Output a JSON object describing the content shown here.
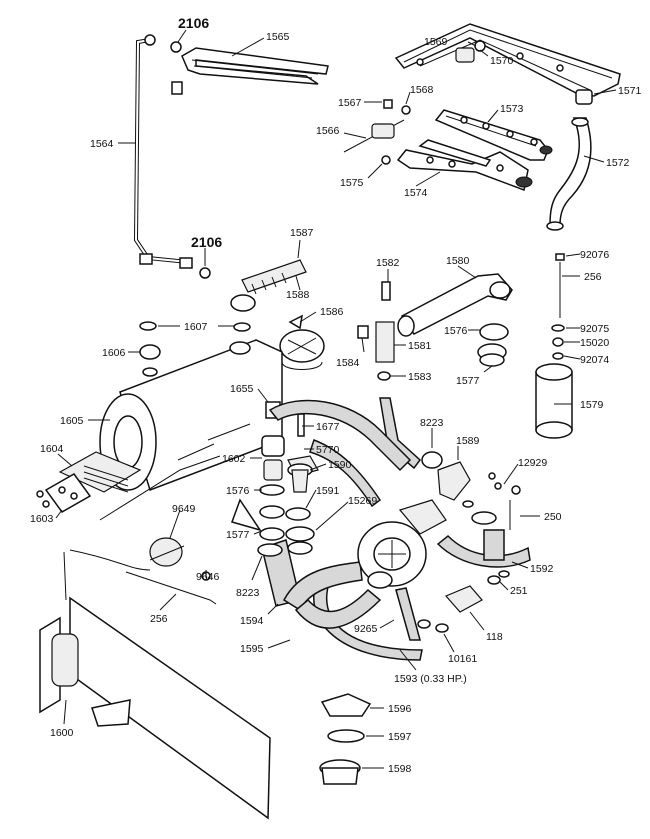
{
  "parts": [
    {
      "key": "p2106a",
      "label": "2106"
    },
    {
      "key": "p1565",
      "label": "1565"
    },
    {
      "key": "p1569",
      "label": "1569"
    },
    {
      "key": "p1570",
      "label": "1570"
    },
    {
      "key": "p1571",
      "label": "1571"
    },
    {
      "key": "p1564",
      "label": "1564"
    },
    {
      "key": "p1567",
      "label": "1567"
    },
    {
      "key": "p1568",
      "label": "1568"
    },
    {
      "key": "p1573",
      "label": "1573"
    },
    {
      "key": "p1566",
      "label": "1566"
    },
    {
      "key": "p1572",
      "label": "1572"
    },
    {
      "key": "p1575",
      "label": "1575"
    },
    {
      "key": "p1574",
      "label": "1574"
    },
    {
      "key": "p2106b",
      "label": "2106"
    },
    {
      "key": "p1587",
      "label": "1587"
    },
    {
      "key": "p1582",
      "label": "1582"
    },
    {
      "key": "p1580",
      "label": "1580"
    },
    {
      "key": "p92076",
      "label": "92076"
    },
    {
      "key": "p256a",
      "label": "256"
    },
    {
      "key": "p1588",
      "label": "1588"
    },
    {
      "key": "p1586",
      "label": "1586"
    },
    {
      "key": "p1607",
      "label": "1607"
    },
    {
      "key": "p1576a",
      "label": "1576"
    },
    {
      "key": "p92075",
      "label": "92075"
    },
    {
      "key": "p15020",
      "label": "15020"
    },
    {
      "key": "p1606",
      "label": "1606"
    },
    {
      "key": "p1584",
      "label": "1584"
    },
    {
      "key": "p1581",
      "label": "1581"
    },
    {
      "key": "p92074",
      "label": "92074"
    },
    {
      "key": "p1583",
      "label": "1583"
    },
    {
      "key": "p1577a",
      "label": "1577"
    },
    {
      "key": "p1655",
      "label": "1655"
    },
    {
      "key": "p1579",
      "label": "1579"
    },
    {
      "key": "p1605",
      "label": "1605"
    },
    {
      "key": "p1677",
      "label": "1677"
    },
    {
      "key": "p8223a",
      "label": "8223"
    },
    {
      "key": "p1604",
      "label": "1604"
    },
    {
      "key": "p5770",
      "label": "5770"
    },
    {
      "key": "p1589",
      "label": "1589"
    },
    {
      "key": "p1602",
      "label": "1602"
    },
    {
      "key": "p1590",
      "label": "1590"
    },
    {
      "key": "p12929",
      "label": "12929"
    },
    {
      "key": "p1576b",
      "label": "1576"
    },
    {
      "key": "p1591",
      "label": "1591"
    },
    {
      "key": "p15269",
      "label": "15269"
    },
    {
      "key": "p9649",
      "label": "9649"
    },
    {
      "key": "p1603",
      "label": "1603"
    },
    {
      "key": "p250",
      "label": "250"
    },
    {
      "key": "p1577b",
      "label": "1577"
    },
    {
      "key": "p1592",
      "label": "1592"
    },
    {
      "key": "p9646",
      "label": "9646"
    },
    {
      "key": "p8223b",
      "label": "8223"
    },
    {
      "key": "p251",
      "label": "251"
    },
    {
      "key": "p256b",
      "label": "256"
    },
    {
      "key": "p1594",
      "label": "1594"
    },
    {
      "key": "p9265",
      "label": "9265"
    },
    {
      "key": "p118",
      "label": "118"
    },
    {
      "key": "p1595",
      "label": "1595"
    },
    {
      "key": "p10161",
      "label": "10161"
    },
    {
      "key": "p1593",
      "label": "1593 (0.33 HP.)"
    },
    {
      "key": "p1600",
      "label": "1600"
    },
    {
      "key": "p1596",
      "label": "1596"
    },
    {
      "key": "p1597",
      "label": "1597"
    },
    {
      "key": "p1598",
      "label": "1598"
    }
  ]
}
